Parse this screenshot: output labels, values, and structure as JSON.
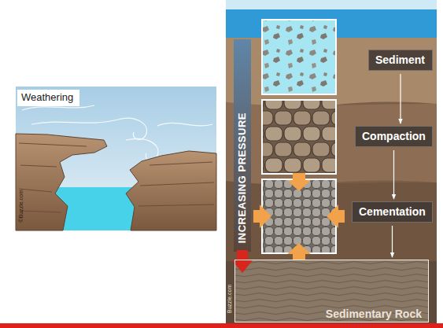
{
  "diagram": {
    "nodes": [
      {
        "text": [
          "Weathering"
        ]
      },
      {
        "text": [
          "Sediment"
        ]
      },
      {
        "text": [
          "Compaction"
        ]
      },
      {
        "text": [
          "Cementation"
        ]
      },
      {
        "text": [
          "Sedimentary Rock"
        ]
      }
    ],
    "edges": [
      {
        "from": 1,
        "to": 2,
        "arrow": "to"
      },
      {
        "from": 2,
        "to": 3,
        "arrow": "to"
      },
      {
        "from": 3,
        "to": 4,
        "arrow": "to"
      }
    ],
    "labels": [
      "INCREASING PRESSURE",
      "©Buzzle.com",
      "Buzzle.com"
    ]
  }
}
